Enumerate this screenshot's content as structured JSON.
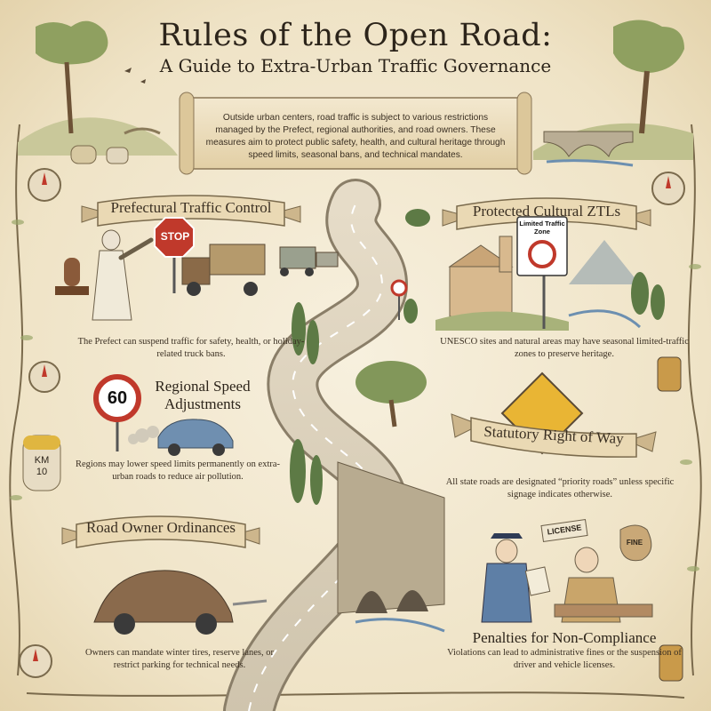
{
  "title": "Rules of the Open Road:",
  "subtitle": "A Guide to Extra-Urban Traffic Governance",
  "intro": "Outside urban centers, road traffic is subject to various restrictions managed by the Prefect, regional authorities, and road owners. These measures aim to protect public safety, health, and cultural heritage through speed limits, seasonal bans, and technical mandates.",
  "sections": {
    "prefect": {
      "heading": "Prefectural Traffic Control",
      "caption": "The Prefect can suspend traffic for safety, health, or holiday-related truck bans.",
      "sign": "STOP"
    },
    "speed": {
      "heading": "Regional Speed Adjustments",
      "caption": "Regions may lower speed limits permanently on extra-urban roads to reduce air pollution.",
      "sign": "60"
    },
    "owner": {
      "heading": "Road Owner Ordinances",
      "caption": "Owners can mandate winter tires, reserve lanes, or restrict parking for technical needs."
    },
    "ztl": {
      "heading": "Protected Cultural ZTLs",
      "caption": "UNESCO sites and natural areas may have seasonal limited-traffic zones to preserve heritage.",
      "sign": "Limited Traffic Zone"
    },
    "priority": {
      "heading": "Statutory Right of Way",
      "caption": "All state roads are designated “priority roads” unless specific signage indicates otherwise."
    },
    "penalties": {
      "heading": "Penalties for Non-Compliance",
      "caption": "Violations can lead to administrative fines or the suspension of driver and vehicle licenses.",
      "license": "LICENSE",
      "fine": "FINE"
    }
  },
  "milestone": {
    "line1": "KM",
    "line2": "10"
  },
  "colors": {
    "ink": "#3a2f22",
    "parchment": "#efe3c6",
    "sign_red": "#c0392b",
    "sign_yellow": "#e9b534"
  }
}
